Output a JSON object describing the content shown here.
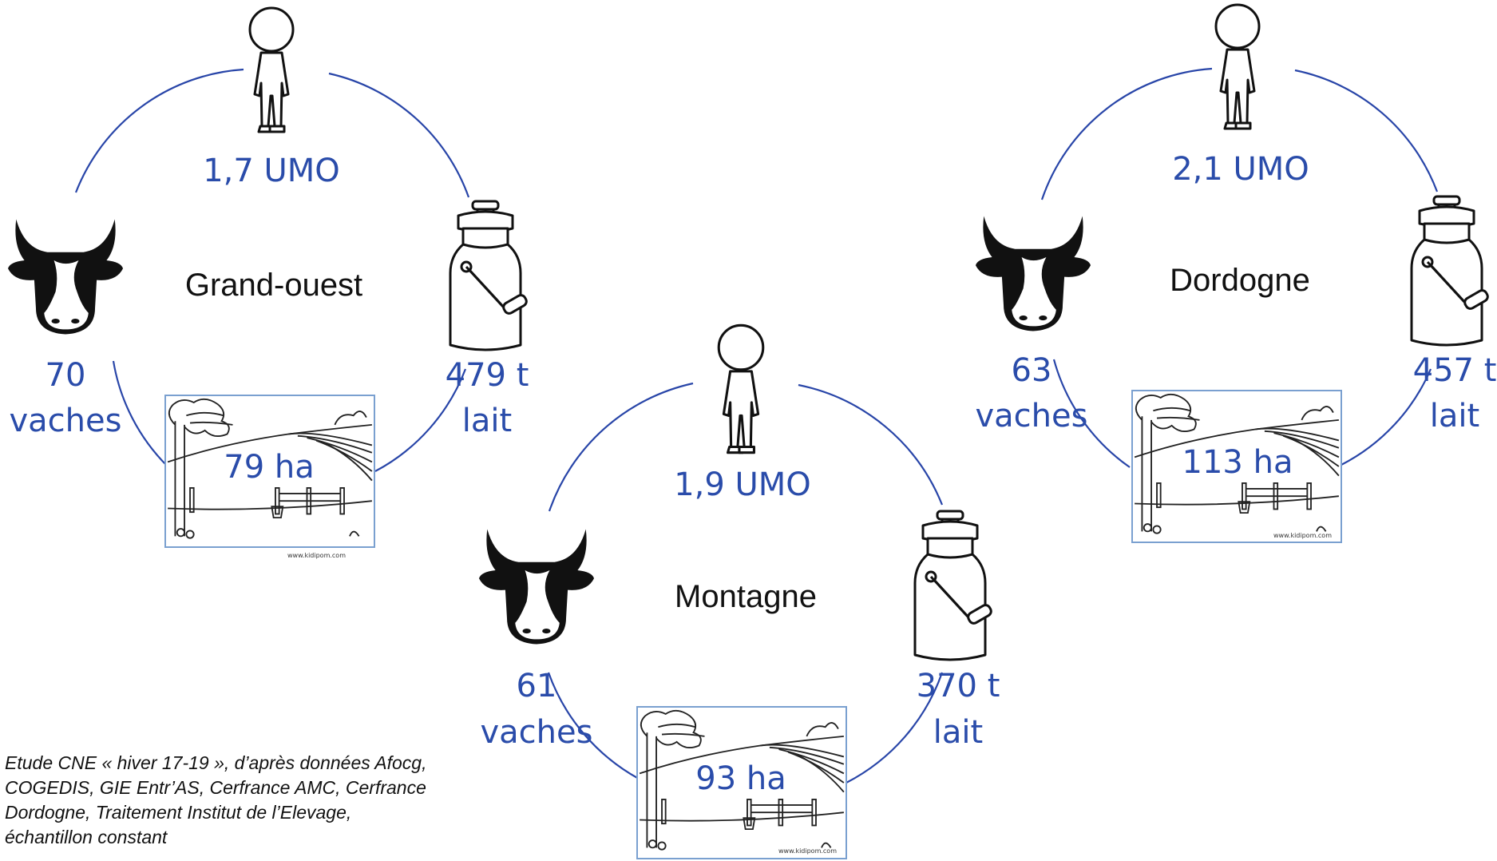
{
  "colors": {
    "accent": "#2a4caa",
    "circle": "#2845a8",
    "ink": "#111111"
  },
  "icons": {
    "person": "person-icon",
    "milk": "milk-can-icon",
    "cow": "cow-head-icon",
    "field": "farm-landscape-image"
  },
  "farms": [
    {
      "id": "grand-ouest",
      "name": "Grand-ouest",
      "umo": "1,7 UMO",
      "lait_value": "479 t",
      "lait_unit": "lait",
      "vaches_value": "70",
      "vaches_unit": "vaches",
      "surface": "79 ha",
      "watermark": "www.kidipom.com"
    },
    {
      "id": "montagne",
      "name": "Montagne",
      "umo": "1,9 UMO",
      "lait_value": "370 t",
      "lait_unit": "lait",
      "vaches_value": "61",
      "vaches_unit": "vaches",
      "surface": "93 ha",
      "watermark": "www.kidipom.com"
    },
    {
      "id": "dordogne",
      "name": "Dordogne",
      "umo": "2,1 UMO",
      "lait_value": "457 t",
      "lait_unit": "lait",
      "vaches_value": "63",
      "vaches_unit": "vaches",
      "surface": "113 ha",
      "watermark": "www.kidipom.com"
    }
  ],
  "source_lines": [
    "Etude CNE « hiver 17-19 », d’après données Afocg,",
    "COGEDIS, GIE Entr’AS, Cerfrance AMC, Cerfrance",
    "Dordogne, Traitement Institut de l’Elevage,",
    "échantillon constant"
  ]
}
